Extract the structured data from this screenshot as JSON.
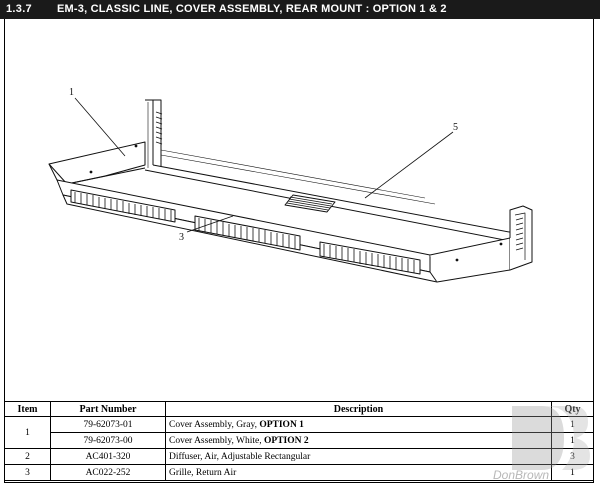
{
  "header": {
    "section": "1.3.7",
    "title": "EM-3, CLASSIC LINE, COVER ASSEMBLY, REAR MOUNT : OPTION 1 & 2"
  },
  "diagram": {
    "callouts": [
      "1",
      "5",
      "3"
    ]
  },
  "table": {
    "headers": {
      "item": "Item",
      "part": "Part Number",
      "desc": "Description",
      "qty": "Qty"
    },
    "rows": [
      {
        "item": "1",
        "part": "79-62073-01",
        "desc": "Cover Assembly, Gray, ",
        "desc_bold": "OPTION 1",
        "qty": "1"
      },
      {
        "item": "",
        "part": "79-62073-00",
        "desc": "Cover Assembly, White, ",
        "desc_bold": "OPTION 2",
        "qty": "1"
      },
      {
        "item": "2",
        "part": "AC401-320",
        "desc": "Diffuser, Air, Adjustable Rectangular",
        "desc_bold": "",
        "qty": "3"
      },
      {
        "item": "3",
        "part": "AC022-252",
        "desc": "Grille, Return Air",
        "desc_bold": "",
        "qty": "1"
      }
    ]
  },
  "watermark": {
    "text": "DonBrown",
    "icon": "db-logo-icon"
  }
}
